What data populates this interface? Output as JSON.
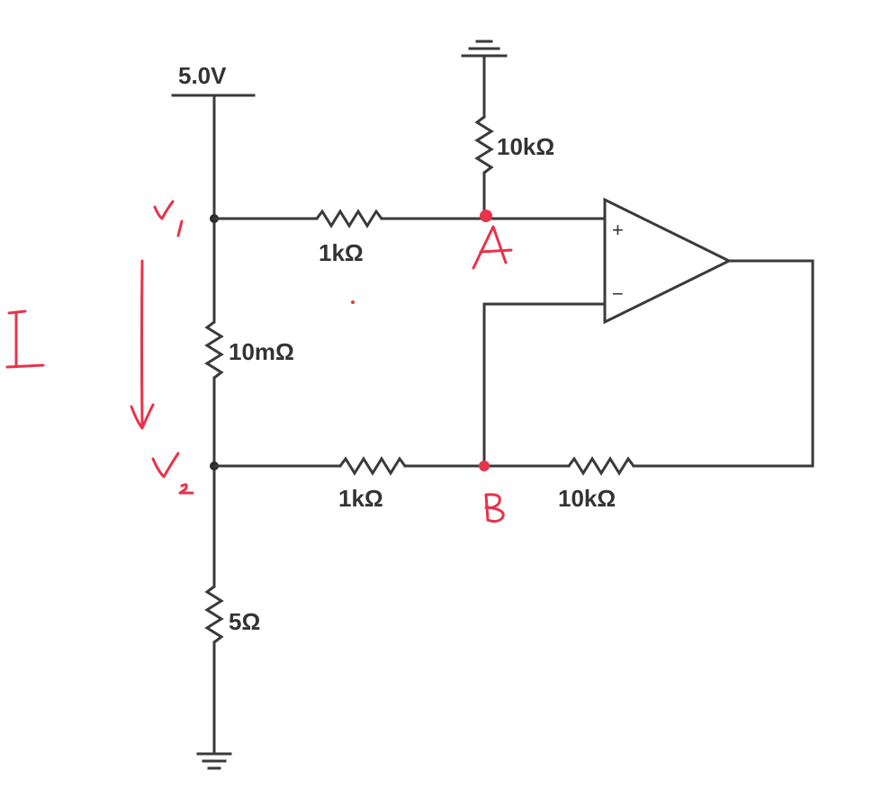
{
  "supply": {
    "label": "5.0V"
  },
  "resistors": {
    "r_ground_top": "10kΩ",
    "r_v1_to_a": "1kΩ",
    "r_shunt": "10mΩ",
    "r_v2_to_b": "1kΩ",
    "r_feedback": "10kΩ",
    "r_load": "5Ω"
  },
  "opamp": {
    "plus": "+",
    "minus": "−"
  },
  "annotations": {
    "node_v1": "V1",
    "node_v2": "V2",
    "node_a": "A",
    "node_b": "B",
    "current": "I"
  },
  "colors": {
    "wire": "#3a3a3a",
    "ink": "#e8334a"
  }
}
